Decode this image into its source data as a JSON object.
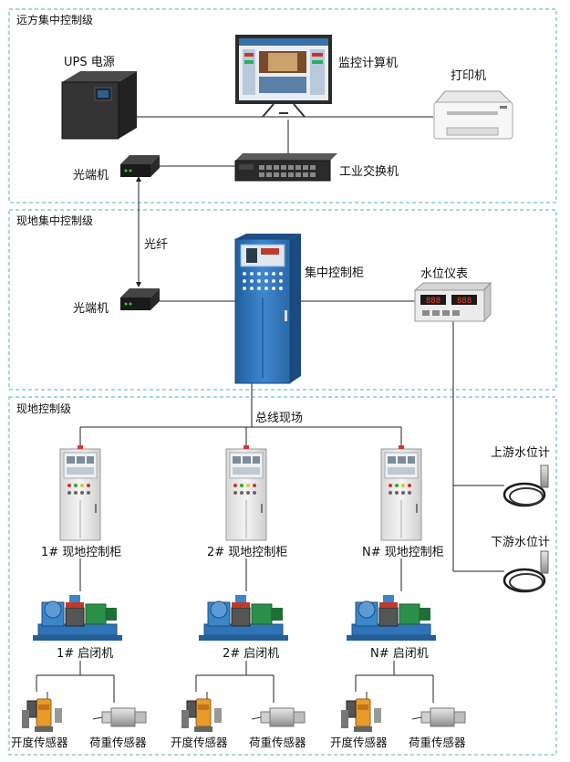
{
  "sections": {
    "remote": "远方集中控制级",
    "site_central": "现地集中控制级",
    "site": "现地控制级"
  },
  "labels": {
    "ups": "UPS 电源",
    "monitor": "监控计算机",
    "printer": "打印机",
    "optical_top": "光端机",
    "switch": "工业交换机",
    "fiber": "光纤",
    "optical_mid": "光端机",
    "central_cabinet": "集中控制柜",
    "water_meter": "水位仪表",
    "fieldbus": "总线现场",
    "upstream": "上游水位计",
    "downstream": "下游水位计",
    "cabinet_1": "1# 现地控制柜",
    "cabinet_2": "2# 现地控制柜",
    "cabinet_n": "N# 现地控制柜",
    "hoist_1": "1# 启闭机",
    "hoist_2": "2# 启闭机",
    "hoist_n": "N# 启闭机",
    "opening_1": "开度传感器",
    "load_1": "荷重传感器",
    "opening_2": "开度传感器",
    "load_2": "荷重传感器",
    "opening_n": "开度传感器",
    "load_n": "荷重传感器"
  },
  "meter_display": [
    "888",
    "888"
  ],
  "colors": {
    "section_border": "#4fb3b3",
    "cabinet": "#2f6fb3",
    "hoist": "#3a86c8",
    "motor": "#2c8f4a"
  }
}
